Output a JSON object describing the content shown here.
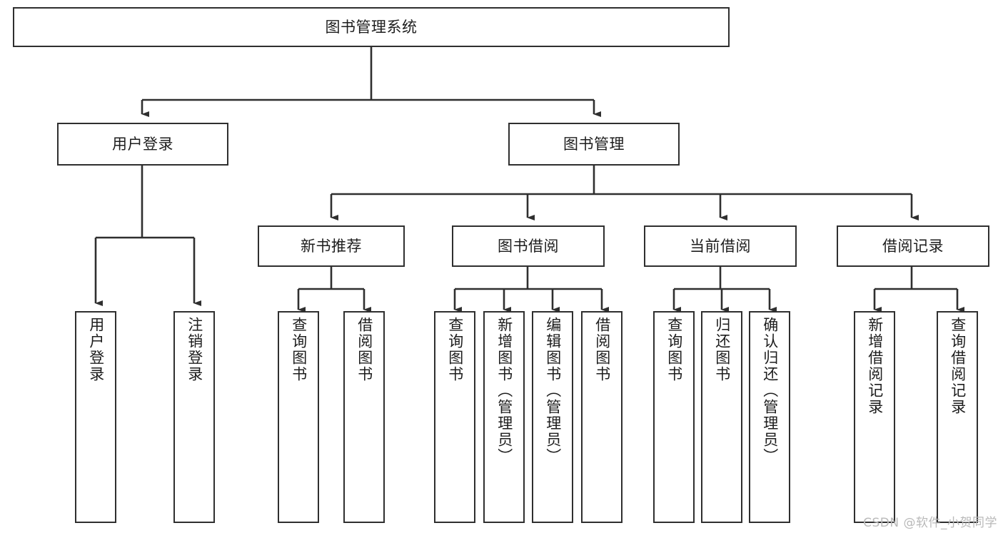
{
  "diagram": {
    "title": "图书管理系统",
    "type": "tree-hierarchy-chart",
    "watermark": "CSDN @软件_小贺同学",
    "colors": {
      "stroke": "#2f2f2f",
      "fill": "#ffffff",
      "text": "#1d1d1d",
      "watermark": "#b9b9b9"
    }
  },
  "nodes": {
    "root": {
      "label": "图书管理系统"
    },
    "level1": [
      {
        "id": "user-login",
        "label": "用户登录"
      },
      {
        "id": "book-manage",
        "label": "图书管理"
      }
    ],
    "level2": [
      {
        "id": "new-book-recommend",
        "label": "新书推荐"
      },
      {
        "id": "book-borrow",
        "label": "图书借阅"
      },
      {
        "id": "current-borrow",
        "label": "当前借阅"
      },
      {
        "id": "borrow-record",
        "label": "借阅记录"
      }
    ],
    "leaves": {
      "user-login": [
        {
          "id": "leaf-user-login",
          "label": "用户登录"
        },
        {
          "id": "leaf-logout-login",
          "label": "注销登录"
        }
      ],
      "new-book-recommend": [
        {
          "id": "leaf-query-book-1",
          "label": "查询图书"
        },
        {
          "id": "leaf-borrow-book-1",
          "label": "借阅图书"
        }
      ],
      "book-borrow": [
        {
          "id": "leaf-query-book-2",
          "label": "查询图书"
        },
        {
          "id": "leaf-add-book-admin",
          "label": "新增图书（管理员）"
        },
        {
          "id": "leaf-edit-book-admin",
          "label": "编辑图书（管理员）"
        },
        {
          "id": "leaf-borrow-book-2",
          "label": "借阅图书"
        }
      ],
      "current-borrow": [
        {
          "id": "leaf-query-book-3",
          "label": "查询图书"
        },
        {
          "id": "leaf-return-book",
          "label": "归还图书"
        },
        {
          "id": "leaf-confirm-return-admin",
          "label": "确认归还（管理员）"
        }
      ],
      "borrow-record": [
        {
          "id": "leaf-add-borrow-record",
          "label": "新增借阅记录"
        },
        {
          "id": "leaf-query-borrow-record",
          "label": "查询借阅记录"
        }
      ]
    }
  }
}
